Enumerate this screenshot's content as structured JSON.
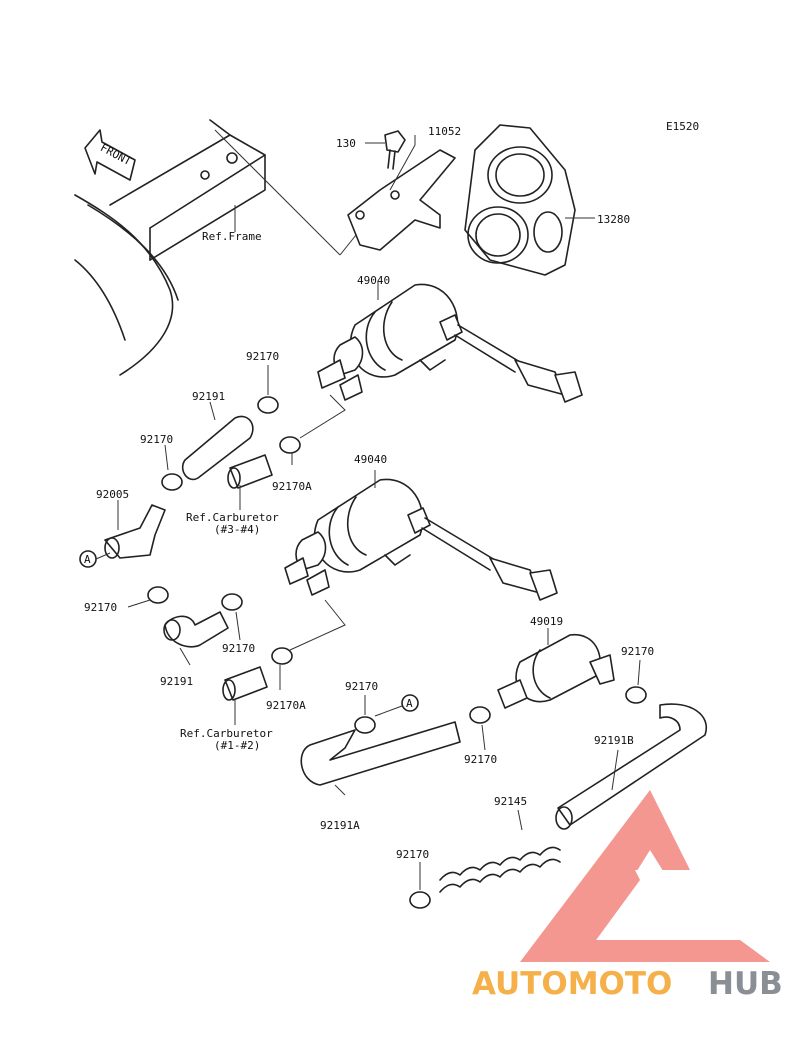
{
  "diagram_id": "E1520",
  "front_label": "FRONT",
  "callouts": {
    "p130": "130",
    "p11052": "11052",
    "p13280": "13280",
    "ref_frame": "Ref.Frame",
    "p49040_top": "49040",
    "p92170_a": "92170",
    "p92191_a": "92191",
    "p92170_b": "92170",
    "p92170A_a": "92170A",
    "p92005": "92005",
    "ref_carb_34_line1": "Ref.Carburetor",
    "ref_carb_34_line2": "(#3-#4)",
    "p49040_mid": "49040",
    "p92170_c": "92170",
    "p92170_d": "92170",
    "p92191_b": "92191",
    "p92170A_b": "92170A",
    "ref_carb_12_line1": "Ref.Carburetor",
    "ref_carb_12_line2": "(#1-#2)",
    "p49019": "49019",
    "p92170_e": "92170",
    "p92170_f": "92170",
    "p92170_g": "92170",
    "p92191B": "92191B",
    "p92191A": "92191A",
    "p92145": "92145",
    "p92170_h": "92170",
    "marker_a1": "A",
    "marker_a2": "A"
  },
  "watermark": {
    "part1": "AUTOMOTO",
    "part2": "HUB",
    "color_primary": "#f5b04a",
    "color_secondary": "#8a8f96",
    "logo_color": "#f07a72"
  }
}
